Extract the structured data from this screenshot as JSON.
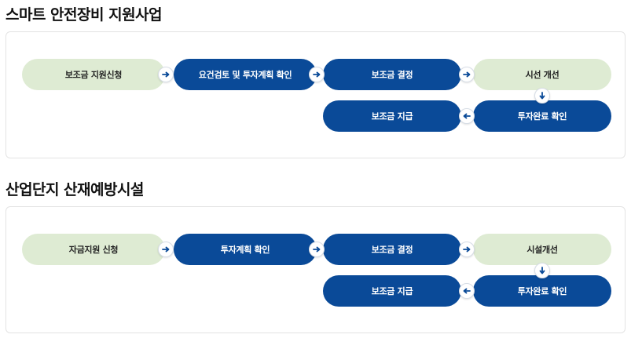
{
  "colors": {
    "light_step": "#deebd3",
    "dark_step": "#0a4a98",
    "arrow": "#0a4a98"
  },
  "sections": [
    {
      "title": "스마트 안전장비 지원사업",
      "steps": {
        "step1": "보조금 지원신청",
        "step2": "요건검토 및 투자계획 확인",
        "step3": "보조금 결정",
        "step4": "시선 개선",
        "step5": "투자완료 확인",
        "step6": "보조금 지급"
      }
    },
    {
      "title": "산업단지 산재예방시설",
      "steps": {
        "step1": "자금지원 신청",
        "step2": "투자계획 확인",
        "step3": "보조금 결정",
        "step4": "시설개선",
        "step5": "투자완료 확인",
        "step6": "보조금 지급"
      }
    }
  ]
}
